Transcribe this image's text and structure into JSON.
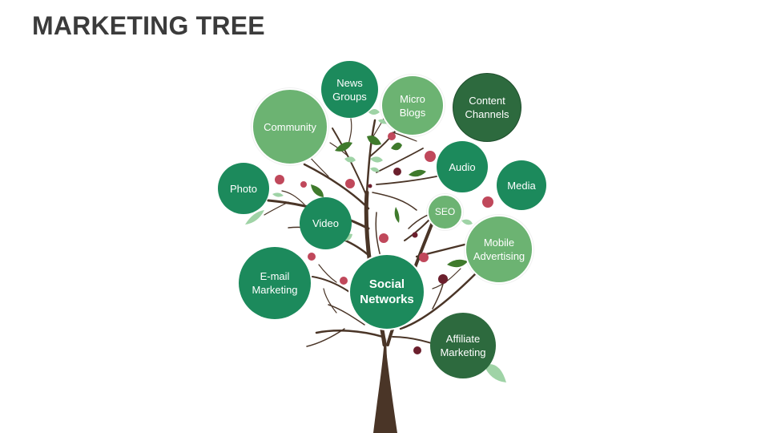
{
  "title": "MARKETING TREE",
  "colors": {
    "trunk": "#4a3527",
    "dark_green": "#2d6a3e",
    "medium_green": "#1c8a5c",
    "light_green": "#6cb372",
    "leaf_dark": "#3f7a2c",
    "leaf_light": "#9fd3a6",
    "berry_red": "#c0485b",
    "berry_dark": "#6b1f2d"
  },
  "nodes": {
    "center": {
      "label": "Social\nNetworks"
    },
    "news_groups": {
      "label": "News\nGroups"
    },
    "micro_blogs": {
      "label": "Micro\nBlogs"
    },
    "content_channels": {
      "label": "Content\nChannels"
    },
    "community": {
      "label": "Community"
    },
    "audio": {
      "label": "Audio"
    },
    "media": {
      "label": "Media"
    },
    "photo": {
      "label": "Photo"
    },
    "seo": {
      "label": "SEO"
    },
    "video": {
      "label": "Video"
    },
    "mobile_advertising": {
      "label": "Mobile\nAdvertising"
    },
    "email_marketing": {
      "label": "E-mail\nMarketing"
    },
    "affiliate_marketing": {
      "label": "Affiliate\nMarketing"
    }
  }
}
